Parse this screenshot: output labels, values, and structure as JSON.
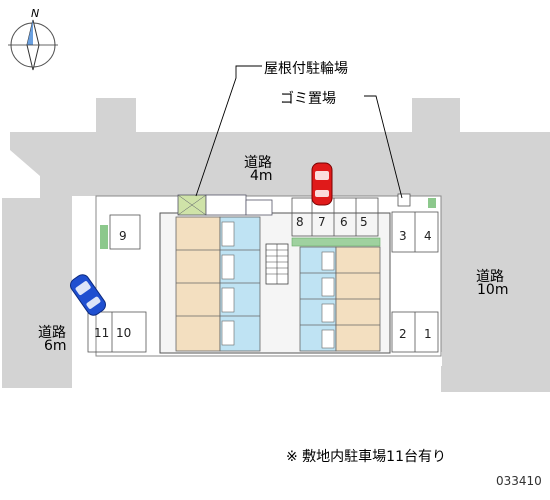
{
  "compass": {
    "north_label": "N",
    "icon": "compass-icon"
  },
  "callouts": {
    "bike_parking": "屋根付駐輪場",
    "garbage": "ゴミ置場"
  },
  "roads": {
    "top": {
      "name": "道路",
      "width": "4m"
    },
    "right": {
      "name": "道路",
      "width": "10m"
    },
    "left": {
      "name": "道路",
      "width": "6m"
    }
  },
  "parking_spaces": [
    "1",
    "2",
    "3",
    "4",
    "5",
    "6",
    "7",
    "8",
    "9",
    "10",
    "11"
  ],
  "note": "※ 敷地内駐車場11台有り",
  "property_code": "033410",
  "colors": {
    "road": "#d2d2d2",
    "building_left": "#f3dfc0",
    "building_right": "#bfe3f3",
    "hedge": "#7fbf7f",
    "car_red": "#e01a1a",
    "car_blue": "#1f4fd0"
  }
}
